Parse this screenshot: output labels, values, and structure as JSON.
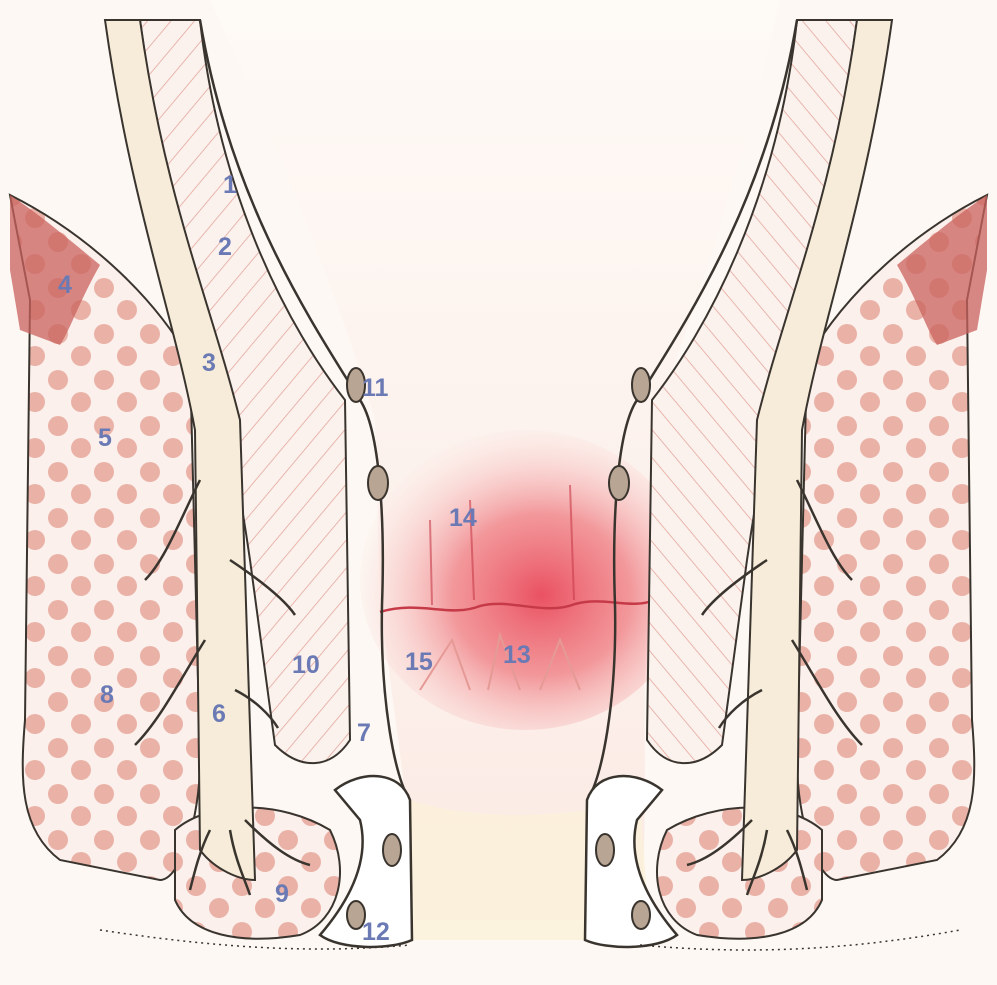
{
  "labels": {
    "l1": "1",
    "l2": "2",
    "l3": "3",
    "l4": "4",
    "l5": "5",
    "l6": "6",
    "l7": "7",
    "l8": "8",
    "l9": "9",
    "l10": "10",
    "l11": "11",
    "l12": "12",
    "l13": "13",
    "l14": "14",
    "l15": "15"
  },
  "colors": {
    "background": "#fdf7f2",
    "canal": "#e9495a",
    "fat": "#f7e9e4",
    "fat_spot": "#e59a8e",
    "muscle_band": "#f4ddd3",
    "fascia": "#f6ecd9",
    "outline": "#3a342e",
    "label": "#6b7ab4"
  }
}
